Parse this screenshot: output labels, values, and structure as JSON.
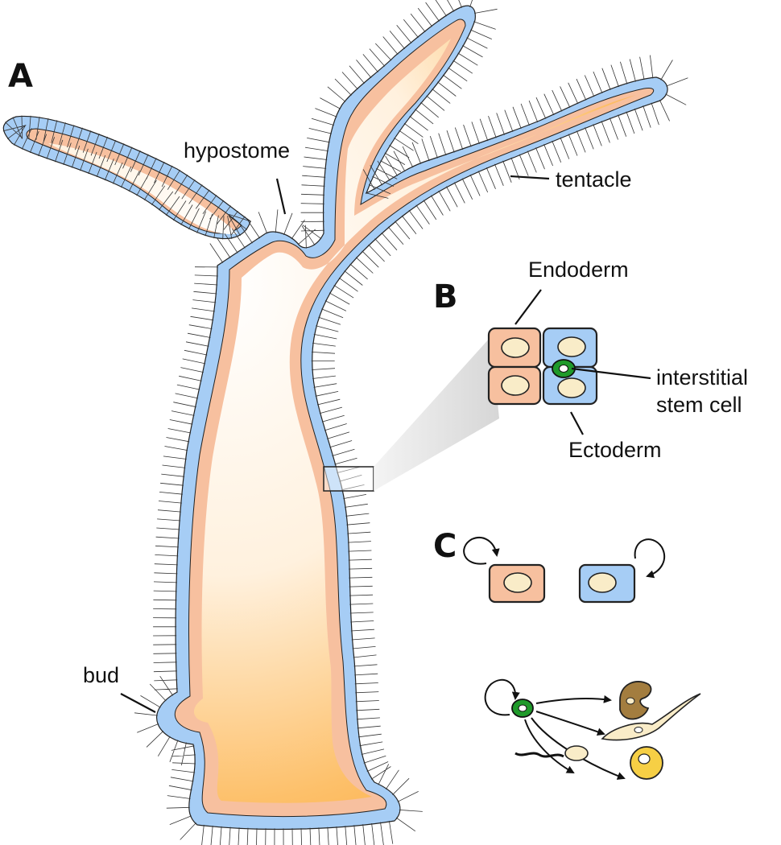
{
  "panels": {
    "a": "A",
    "b": "B",
    "c": "C"
  },
  "labels": {
    "hypostome": "hypostome",
    "tentacle": "tentacle",
    "bud": "bud",
    "endoderm": "Endoderm",
    "ectoderm": "Ectoderm",
    "interstitial_line1": "interstitial",
    "interstitial_line2": "stem cell"
  },
  "colors": {
    "ectoderm": "#a6cdf5",
    "endoderm": "#f7c09f",
    "gastric_cavity": "#fdb24e",
    "nucleus": "#f9ecc8",
    "stem_cell": "#1f9a2a",
    "gland_cell": "#a37d3f",
    "egg": "#f6cf45"
  }
}
